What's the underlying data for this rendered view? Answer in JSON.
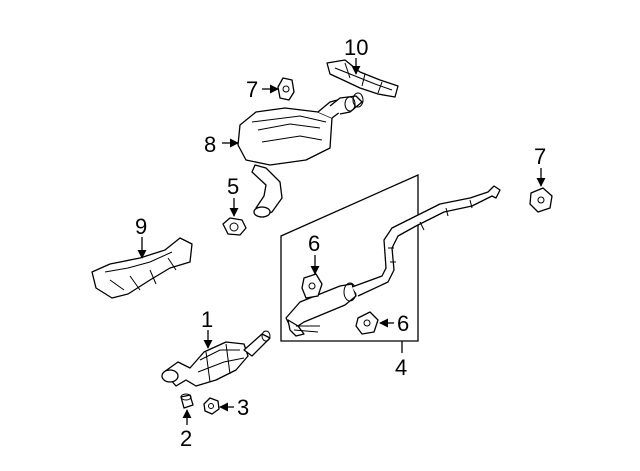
{
  "callouts": {
    "c1": "1",
    "c2": "2",
    "c3": "3",
    "c4": "4",
    "c5": "5",
    "c6a": "6",
    "c6b": "6",
    "c7a": "7",
    "c7b": "7",
    "c8": "8",
    "c9": "9",
    "c10": "10"
  },
  "parts": {
    "1": "catalytic-converter",
    "2": "stud",
    "3": "nut",
    "4": "intermediate-pipe-with-resonator",
    "5": "gasket",
    "6": "hanger-insulator",
    "7": "hanger-insulator",
    "8": "muffler-assembly",
    "9": "heat-shield",
    "10": "heat-shield"
  },
  "colors": {
    "line": "#000000",
    "background": "#ffffff"
  }
}
